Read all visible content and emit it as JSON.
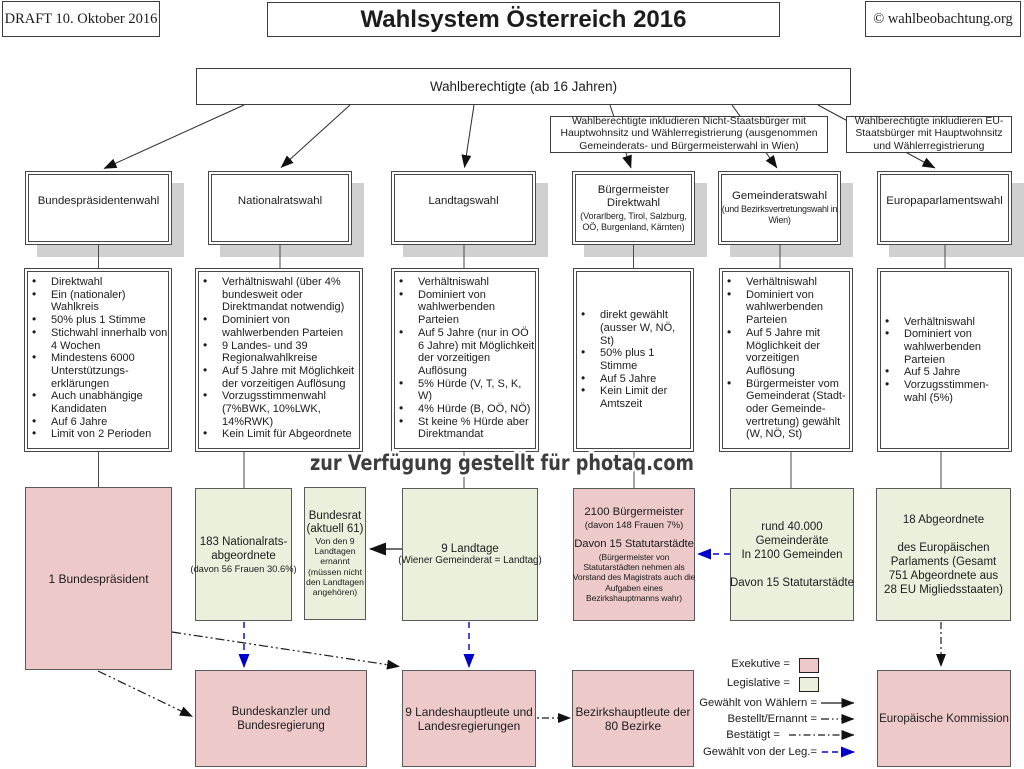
{
  "page": {
    "draft_label": "DRAFT 10. Oktober 2016",
    "title": "Wahlsystem Österreich 2016",
    "copyright": "© wahlbeobachtung.org",
    "watermark": "zur Verfügung gestellt für photaq.com"
  },
  "colors": {
    "exekutive_pink": "#edc9c9",
    "legislative_green": "#eaf0dc",
    "arrow_blue": "#0000cd",
    "box_shadow_gray": "#d0d0d0"
  },
  "root_box": {
    "label": "Wahlberechtigte (ab 16 Jahren)"
  },
  "notes": [
    {
      "text": "Wahlberechtigte inkludieren Nicht-Staatsbürger mit\nHauptwohnsitz und Wählerregistrierung (ausgenommen\nGemeinderats- und Bürgermeisterwahl in Wien)"
    },
    {
      "text": "Wahlberechtigte inkludieren EU-\nStaatsbürger mit Hauptwohnsitz\nund Wählerregistrierung"
    }
  ],
  "columns": [
    {
      "header": {
        "title": "Bundespräsidentenwahl",
        "subtitle": ""
      },
      "bullets": [
        "Direktwahl",
        "Ein (nationaler)\nWahlkreis",
        "50% plus 1 Stimme",
        "Stichwahl innerhalb von\n4 Wochen",
        "Mindestens 6000\nUnterstützungs-\nerklärungen",
        "Auch unabhängige\nKandidaten",
        "Auf 6 Jahre",
        "Limit von 2 Perioden"
      ]
    },
    {
      "header": {
        "title": "Nationalratswahl",
        "subtitle": ""
      },
      "bullets": [
        "Verhältniswahl (über 4%\nbundesweit oder\nDirektmandat notwendig)",
        "Dominiert von\nwahlwerbenden Parteien",
        "9 Landes- und 39\nRegionalwahlkreise",
        "Auf 5 Jahre mit Möglichkeit\nder vorzeitigen Auflösung",
        "Vorzugsstimmenwahl\n(7%BWK, 10%LWK,\n14%RWK)",
        "Kein Limit für Abgeordnete"
      ]
    },
    {
      "header": {
        "title": "Landtagswahl",
        "subtitle": ""
      },
      "bullets": [
        "Verhältniswahl",
        "Dominiert von\nwahlwerbenden\nParteien",
        "Auf 5 Jahre (nur in OÖ\n6 Jahre) mit Möglichkeit\nder vorzeitigen\nAuflösung",
        "5% Hürde (V, T, S, K,\nW)",
        "4% Hürde (B, OÖ, NÖ)",
        "St keine % Hürde aber\nDirektmandat"
      ]
    },
    {
      "header": {
        "title": "Bürgermeister\nDirektwahl",
        "subtitle": "(Vorarlberg, Tirol, Salzburg,\nOÖ, Burgenland, Kärnten)"
      },
      "bullets": [
        "direkt gewählt\n(ausser W, NÖ,\nSt)",
        "50% plus 1\nStimme",
        "Auf 5 Jahre",
        "Kein Limit der\nAmtszeit"
      ]
    },
    {
      "header": {
        "title": "Gemeinderatswahl",
        "subtitle": "(und Bezirksvertretungswahl in\nWien)"
      },
      "bullets": [
        "Verhältniswahl",
        "Dominiert von\nwahlwerbenden\nParteien",
        "Auf 5 Jahre mit\nMöglichkeit der\nvorzeitigen\nAuflösung",
        "Bürgermeister vom\nGemeinderat (Stadt-\noder Gemeinde-\nvertretung) gewählt\n(W, NÖ, St)"
      ]
    },
    {
      "header": {
        "title": "Europaparlamentswahl",
        "subtitle": ""
      },
      "bullets": [
        "Verhältniswahl",
        "Dominiert von\nwahlwerbenden\nParteien",
        "Auf 5 Jahre",
        "Vorzugsstimmen-\nwahl (5%)"
      ]
    }
  ],
  "result_boxes": {
    "bundespraesident": {
      "label": "1 Bundespräsident"
    },
    "nationalrat": {
      "main": "183 Nationalrats-\nabgeordnete",
      "sub": "(davon 56 Frauen 30.6%)"
    },
    "bundesrat": {
      "main": "Bundesrat\n(aktuell 61)",
      "sub": "Von den 9\nLandtagen\nernannt\n(müssen nicht\nden Landtagen\nangehören)"
    },
    "landtage": {
      "main": "9 Landtage",
      "sub": "(Wiener Gemeinderat = Landtag)"
    },
    "buergermeister": {
      "main": "2100 Bürgermeister",
      "sub": "(davon 148 Frauen 7%)",
      "main2": "Davon 15 Statutarstädte",
      "sub2": "(Bürgermeister von\nStatutarstädten nehmen als\nVorstand des Magistrats auch die\nAufgaben eines\nBezirkshauptmanns wahr)"
    },
    "gemeinderaete": {
      "label": "rund 40.000\nGemeinderäte\nIn 2100 Gemeinden\n\nDavon 15 Statutarstädte"
    },
    "eu_abgeordnete": {
      "label": "18 Abgeordnete\n\ndes Europäischen\nParlaments (Gesamt\n751 Abgeordnete aus\n28 EU Migliedsstaaten)"
    }
  },
  "bottom_boxes": {
    "bundeskanzler": {
      "label": "Bundeskanzler und\nBundesregierung"
    },
    "landeshauptleute": {
      "label": "9 Landeshauptleute und\nLandesregierungen"
    },
    "bezirkshauptleute": {
      "label": "Bezirkshauptleute der\n80 Bezirke"
    },
    "eu_kommission": {
      "label": "Europäische Kommission"
    }
  },
  "legend": {
    "exekutive": "Exekutive =",
    "legislative": "Legislative =",
    "gewaehlt_von_waehlern": "Gewählt von Wählern =",
    "bestellt_ernannt": "Bestellt/Ernannt =",
    "bestaetigt": "Bestätigt =",
    "gewaehlt_von_der_leg": "Gewählt von der Leg.="
  }
}
